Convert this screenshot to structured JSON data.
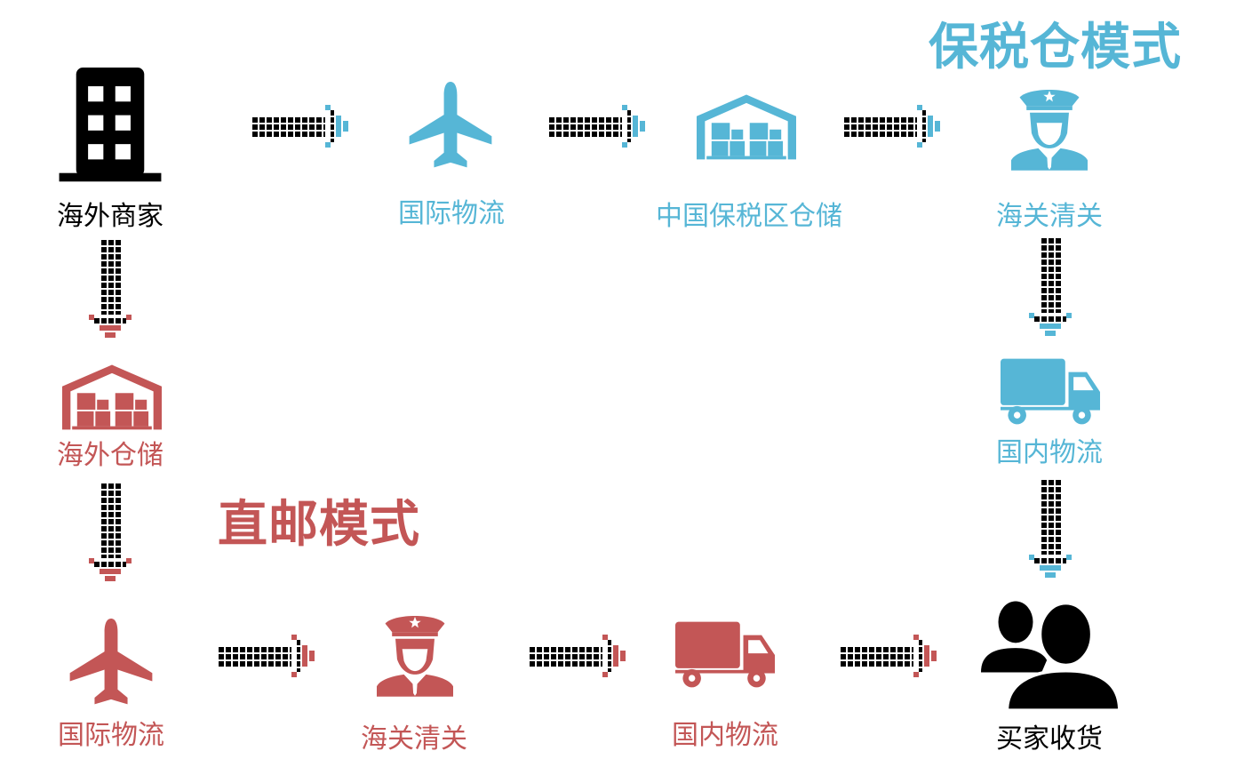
{
  "colors": {
    "bonded": "#56b6d6",
    "direct": "#c35656",
    "neutral": "#000000"
  },
  "bonded_mode": {
    "title": "保税仓模式",
    "nodes": {
      "intl_logistics": "国际物流",
      "bonded_warehouse": "中国保税区仓储",
      "customs": "海关清关",
      "domestic_logistics": "国内物流"
    }
  },
  "direct_mode": {
    "title": "直邮模式",
    "nodes": {
      "overseas_warehouse": "海外仓储",
      "intl_logistics": "国际物流",
      "customs": "海关清关",
      "domestic_logistics": "国内物流"
    }
  },
  "endpoints": {
    "merchant": "海外商家",
    "buyer": "买家收货"
  },
  "icons": {
    "merchant": "building-icon",
    "plane": "airplane-icon",
    "warehouse": "warehouse-icon",
    "customs": "customs-officer-icon",
    "truck": "truck-icon",
    "buyer": "people-icon"
  }
}
